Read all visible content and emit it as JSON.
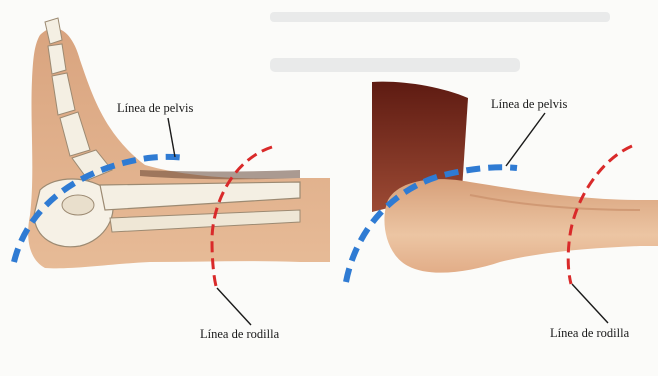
{
  "panels": [
    {
      "name": "left",
      "pelvis_label": "Línea de pelvis",
      "rodilla_label": "Línea de rodilla"
    },
    {
      "name": "right",
      "pelvis_label": "Línea de pelvis",
      "rodilla_label": "Línea de rodilla"
    }
  ],
  "colors": {
    "pelvis_line": "#2f7bd3",
    "rodilla_line": "#d92a2a",
    "skin": "#e8b894",
    "bone": "#f4efe3",
    "body_shadow": "#7a2a1c"
  },
  "icons": [
    "skeleton-leg-illustration",
    "leg-in-water-illustration"
  ]
}
